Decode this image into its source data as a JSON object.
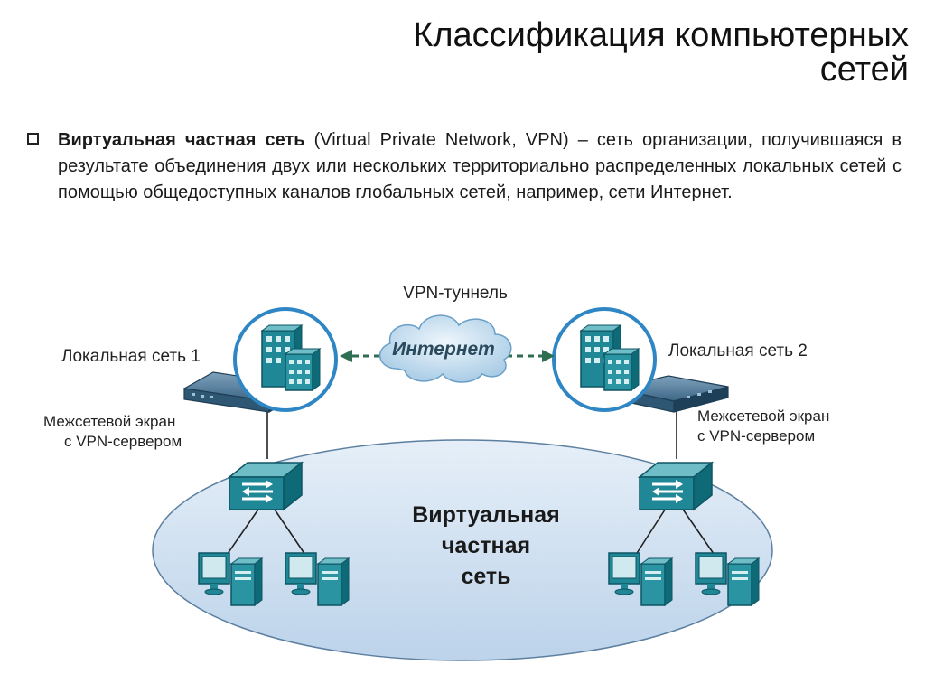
{
  "title": {
    "line1": "Классификация компьютерных",
    "line2": "сетей"
  },
  "definition": {
    "term": "Виртуальная частная сеть",
    "text": " (Virtual Private Network, VPN) – сеть организации, получившаяся в результате объединения двух или нескольких территориально распределенных локальных сетей с помощью общедоступных каналов глобальных сетей, например, сети Интернет."
  },
  "diagram": {
    "tunnel_label": "VPN-туннель",
    "cloud_label": "Интернет",
    "lan1": {
      "label": "Локальная сеть 1",
      "firewall_line1": "Межсетевой экран",
      "firewall_line2": "с VPN-сервером"
    },
    "lan2": {
      "label": "Локальная сеть 2",
      "firewall_line1": "Межсетевой экран",
      "firewall_line2": "с VPN-сервером"
    },
    "vpn_label_line1": "Виртуальная",
    "vpn_label_line2": "частная",
    "vpn_label_line3": "сеть"
  },
  "colors": {
    "ellipse": "#c9dcee",
    "icon_blue": "#1a7a8e",
    "cloud": "#b8d7ec",
    "router": "#3b6a8a"
  },
  "icons": [
    "bullet-square-icon",
    "building-icon",
    "cloud-icon",
    "firewall-icon",
    "switch-icon",
    "computer-icon"
  ]
}
